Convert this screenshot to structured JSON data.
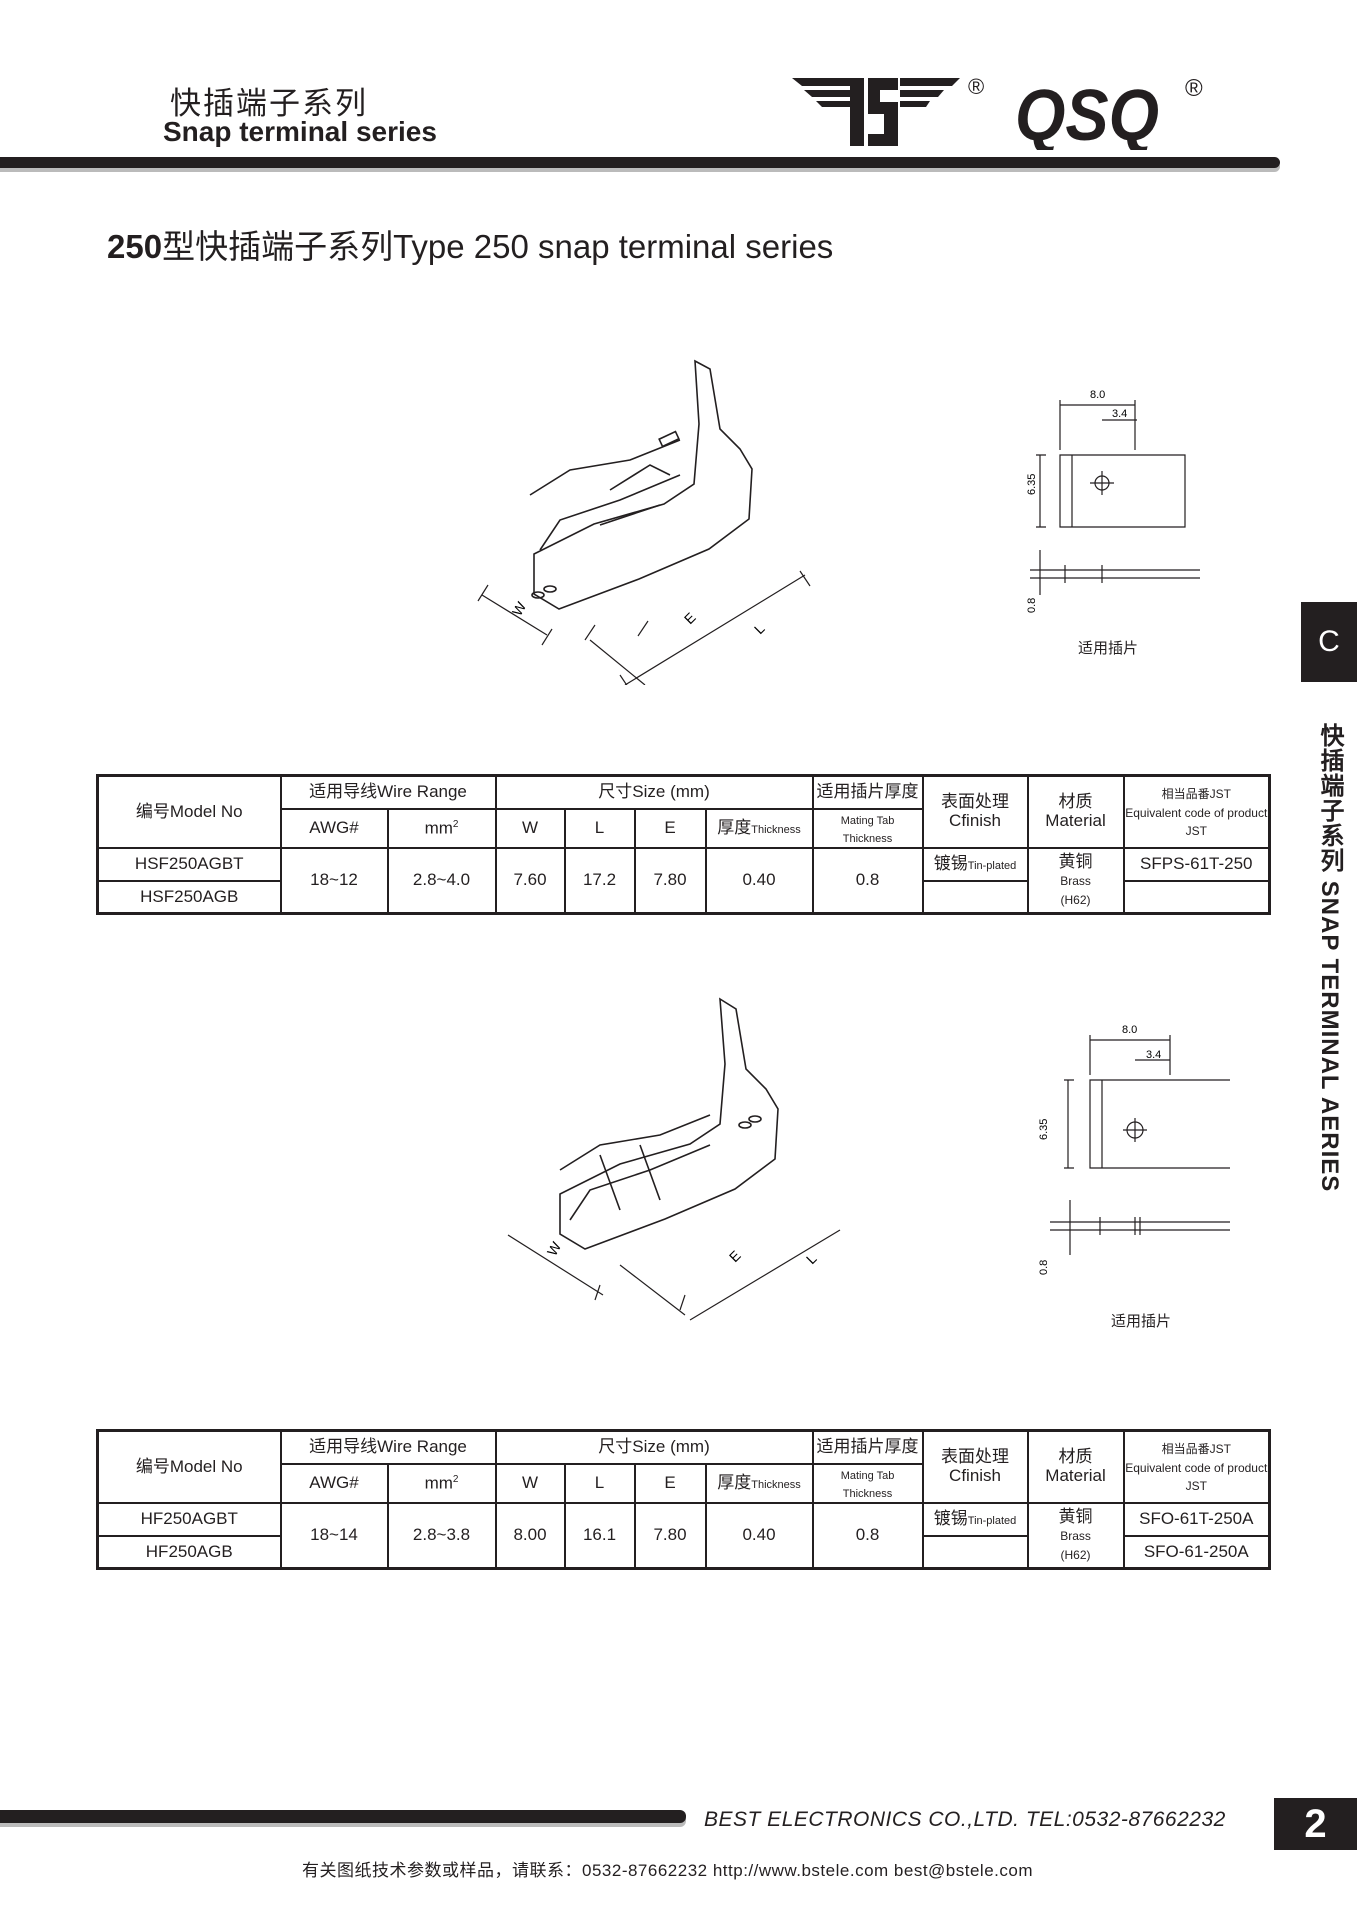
{
  "header": {
    "title_cn": "快插端子系列",
    "title_en": "Snap terminal series",
    "logo_brand": "QSQ",
    "logo_mark": "®"
  },
  "heading": {
    "number": "250",
    "text": "型快插端子系列Type 250 snap terminal series"
  },
  "side": {
    "tab": "C",
    "text": "快插端子系列 SNAP TERMINAL AERIES"
  },
  "drawing_labels": {
    "w": "W",
    "e": "E",
    "l": "L",
    "dim_8": "8.0",
    "dim_34": "3.4",
    "dim_635": "6.35",
    "dim_08": "0.8",
    "caption": "适用插片"
  },
  "table_header": {
    "model": "编号Model No",
    "wire_range": "适用导线Wire Range",
    "size": "尺寸Size (mm)",
    "mating_cn": "适用插片厚度",
    "mating_en1": "Mating Tab",
    "mating_en2": "Thickness",
    "finish_cn": "表面处理",
    "finish_en": "Cfinish",
    "material_cn": "材质",
    "material_en": "Material",
    "jst_cn": "相当品番JST",
    "jst_en": "Equivalent code of product JST",
    "awg": "AWG#",
    "mm2": "mm",
    "sup": "2",
    "w": "W",
    "l": "L",
    "e": "E",
    "thk_cn": "厚度",
    "thk_en": "Thickness"
  },
  "tables": [
    {
      "rows": [
        {
          "model": "HSF250AGBT",
          "finish_cn": "镀锡",
          "finish_en": "Tin-plated",
          "jst": "SFPS-61T-250"
        },
        {
          "model": "HSF250AGB",
          "finish_cn": "",
          "finish_en": "",
          "jst": ""
        }
      ],
      "awg": "18~12",
      "mm2": "2.8~4.0",
      "w": "7.60",
      "l": "17.2",
      "e": "7.80",
      "thickness": "0.40",
      "mating": "0.8",
      "material_cn": "黄铜",
      "material_en": "Brass",
      "material_grade": "(H62)"
    },
    {
      "rows": [
        {
          "model": "HF250AGBT",
          "finish_cn": "镀锡",
          "finish_en": "Tin-plated",
          "jst": "SFO-61T-250A"
        },
        {
          "model": "HF250AGB",
          "finish_cn": "",
          "finish_en": "",
          "jst": "SFO-61-250A"
        }
      ],
      "awg": "18~14",
      "mm2": "2.8~3.8",
      "w": "8.00",
      "l": "16.1",
      "e": "7.80",
      "thickness": "0.40",
      "mating": "0.8",
      "material_cn": "黄铜",
      "material_en": "Brass",
      "material_grade": "(H62)"
    }
  ],
  "footer": {
    "company": "BEST ELECTRONICS CO.,LTD. TEL:0532-87662232",
    "page": "2",
    "contact": "有关图纸技术参数或样品，请联系：0532-87662232 http://www.bstele.com  best@bstele.com"
  }
}
